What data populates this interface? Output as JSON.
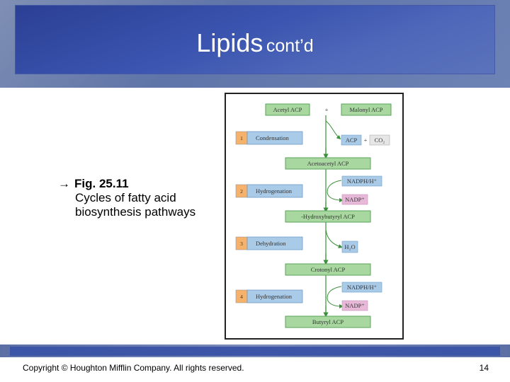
{
  "title": {
    "main": "Lipids",
    "sub": "cont’d"
  },
  "caption": {
    "arrow": "→",
    "figure_ref": "Fig. 25.11",
    "line2": "Cycles of fatty acid",
    "line3": "biosynthesis pathways"
  },
  "diagram": {
    "acetyl": "Acetyl ACP",
    "plus": "+",
    "malonyl": "Malonyl ACP",
    "steps": [
      {
        "num": "1",
        "name": "Condensation"
      },
      {
        "num": "2",
        "name": "Hydrogenation"
      },
      {
        "num": "3",
        "name": "Dehydration"
      },
      {
        "num": "4",
        "name": "Hydrogenation"
      }
    ],
    "byproduct_acp": "ACP",
    "byproduct_plus": "+",
    "byproduct_co2": "CO₂",
    "intermediates": [
      "Acetoacetyl ACP",
      "-Hydroxybutyryl ACP",
      "Crotonyl ACP",
      "Butyryl ACP"
    ],
    "cofactors": {
      "step2_in": "NADPH/H⁺",
      "step2_out": "NADP⁺",
      "step3_out": "H₂O",
      "step4_in": "NADPH/H⁺",
      "step4_out": "NADP⁺"
    },
    "colors": {
      "green_box": "#a8d8a0",
      "green_border": "#5aa55a",
      "blue_box": "#a9cbe8",
      "orange_num": "#f6b26b",
      "pink_box": "#e8b8d8",
      "arrow": "#3a8f3a"
    }
  },
  "footer": {
    "copyright": "Copyright © Houghton Mifflin Company. All rights reserved.",
    "page": "14"
  }
}
